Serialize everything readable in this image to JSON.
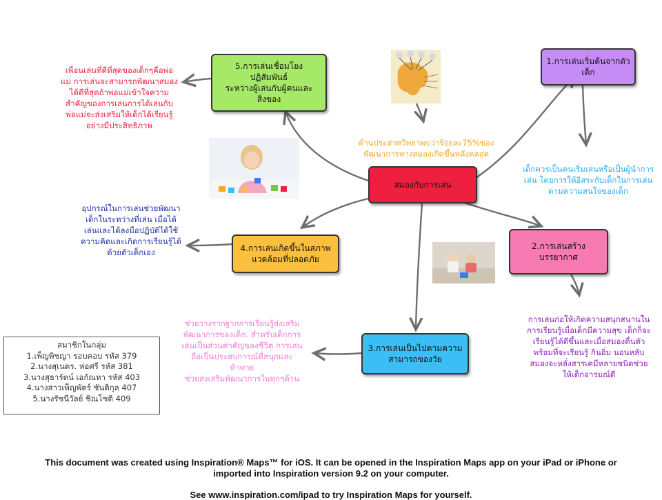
{
  "center": {
    "label": "สมองกับการเล่น",
    "color": "#ee1f3f"
  },
  "top_note": "ด้านประสาทวิทยาพบว่าร้อยละ75%ของ\nพัฒนาการทางสมองเกิดขึ้นหลังคลอด",
  "branches": [
    {
      "label": "1.การเล่นเริ่มต้นจากตัวเด็ก",
      "color": "#c68cf5",
      "note": "เด็กควรเป็นคนเริ่มเล่นหรือเป็นผู้นำการ\nเล่น โดยการให้อิสระกับเด็กในการเล่น\nตามความสนใจของเด็ก",
      "note_color": "#2aaaf0"
    },
    {
      "label": "2.การเล่นสร้างบรรยากาศ",
      "color": "#f77ab2",
      "note": "การเล่นก่อให้เกิดความสนุกสนานใน\nการเรียนรู้เมื่อเด็กมีความสุข เด็กก็จะ\nเรียนรู้ได้ดีขึ้นและเมื่อสมองตื่นตัว\nพร้อมที่จะเรียนรู้ กินอิ่ม นอนหลับ\nสมองจะหลั่งสารเคมีหลายชนิดช่วย\nให้เด็กอารมณ์ดี",
      "note_color": "#8a1fb8"
    },
    {
      "label": "3.การเล่นเป็นไปตามความ\nสามารถของวัย",
      "color": "#3bbef5",
      "note": "ช่วยวางรากฐากการเรียนรู้ส่งเสริม\nพัฒนาการของเด็ก. สำหรับเด็กการ\nเล่นเป็นส่วนค่าคัญของชีวิต การเล่น\nถือเป็นประสบการณ์ที่สนุกและ\nท้าทาย\nช่วยส่งเสริมพัฒนาการในทุกๆด้าน",
      "note_color": "#f07ad6"
    },
    {
      "label": "4.การเล่นเกิดขึ้นในสภาพ\nแวดล้อมที่ปลอดภัย",
      "color": "#fbbf3f",
      "note": "อุปกรณ์ในการเล่นช่วยพัฒนา\nเด็กในระหว่างที่เล่น เมื่อได้\nเล่นและได้ลงมือปฏิบัติได้ใช้\nความคิดและเกิดการเรียนรู้ได้\nด้วยตัวเด็กเอง",
      "note_color": "#2233a8"
    },
    {
      "label": "5.การเล่นเชื่อมโยงปฏิสัมพันธ์\nระหว่างผู้เล่นกับผู้คนและ\nสิ่งของ",
      "color": "#a6e867",
      "note": "เพื่อนเล่นที่ดีที่สุดของเด็กๆคือพ่อ\nแม่ การเล่นจะสามารถพัฒนาสมอง\nได้ดีที่สุดถ้าพ่อแม่เข้าใจความ\nสำคัญของการเล่นการได้เล่นกับ\nพ่อแม่จะส่งเสริมให้เด็กได้เรียนรู้\nอย่างมีประสิทธิภาพ",
      "note_color": "#ee1f3f"
    }
  ],
  "members": {
    "title": "สมาชิกในกลุ่ม",
    "items": [
      "1.เพ็ญพิชญา    รอบคอบ รหัส 379",
      "2.นางสุเนตร. ห่อศรี รหัส 381",
      "3.นางสุธารัตน์  เอกัณหา รหัส 403",
      "4.นางสาวเพ็ญพัตร์  ชันติกุล 407",
      "5.นางรัชนีวัลย์  ชิณโชติ 409"
    ]
  },
  "footer": {
    "line1": "This document was created using Inspiration® Maps™ for iOS. It can be opened in the Inspiration Maps app on your iPad or iPhone or",
    "line2": "imported into Inspiration version 9.2 on your computer.",
    "line3": "See www.inspiration.com/ipad to try Inspiration Maps for yourself."
  }
}
